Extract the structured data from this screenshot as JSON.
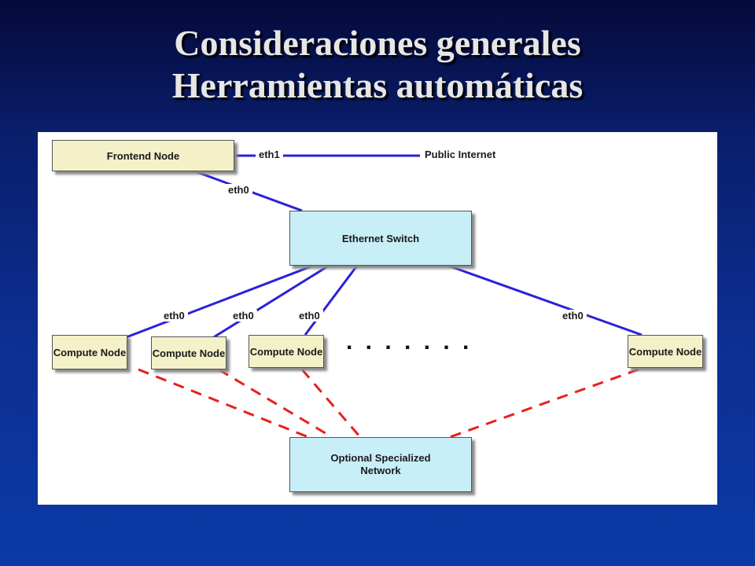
{
  "slide": {
    "title_line1": "Consideraciones generales",
    "title_line2": "Herramientas automáticas"
  },
  "diagram": {
    "frontend_node": "Frontend Node",
    "ethernet_switch": "Ethernet Switch",
    "compute_node_1": "Compute Node",
    "compute_node_2": "Compute Node",
    "compute_node_3": "Compute Node",
    "compute_node_4": "Compute Node",
    "specialized_network": "Optional Specialized Network",
    "public_internet": "Public Internet",
    "label_eth1": "eth1",
    "label_eth0_frontend": "eth0",
    "label_eth0_c1": "eth0",
    "label_eth0_c2": "eth0",
    "label_eth0_c3": "eth0",
    "label_eth0_c4": "eth0",
    "ellipsis": ". . . . . . ."
  },
  "colors": {
    "ethernet_link": "#2a22d8",
    "specialized_link": "#e8201c",
    "node_yellow": "#f4f0c8",
    "node_blue": "#c8eef7"
  }
}
